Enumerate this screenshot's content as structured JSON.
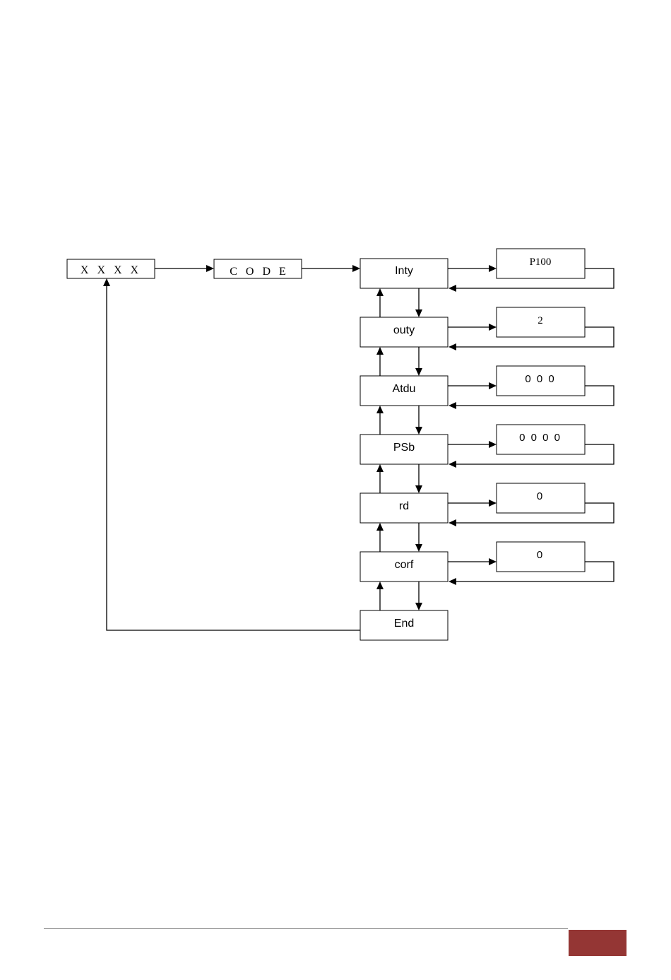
{
  "diagram": {
    "start_label": "X X X X",
    "code_label": "C O D E",
    "menu": [
      {
        "label": "Inty",
        "value": "P100"
      },
      {
        "label": "outy",
        "value": "2"
      },
      {
        "label": "Atdu",
        "value": "0 0 0"
      },
      {
        "label": "PSb",
        "value": "0 0 0 0"
      },
      {
        "label": "rd",
        "value": "0"
      },
      {
        "label": "corf",
        "value": "0"
      }
    ],
    "end_label": "End"
  },
  "colors": {
    "footer_accent": "#943634",
    "footer_rule": "#7a7a7a"
  }
}
